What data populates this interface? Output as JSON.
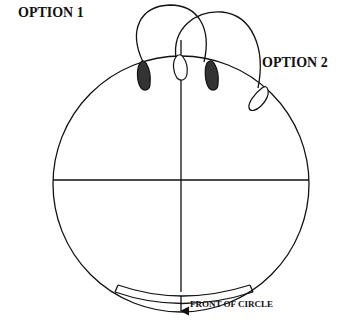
{
  "diagram": {
    "labels": [
      "OPTION 1",
      "OPTION 2",
      "FRONT OF CIRCLE"
    ]
  }
}
